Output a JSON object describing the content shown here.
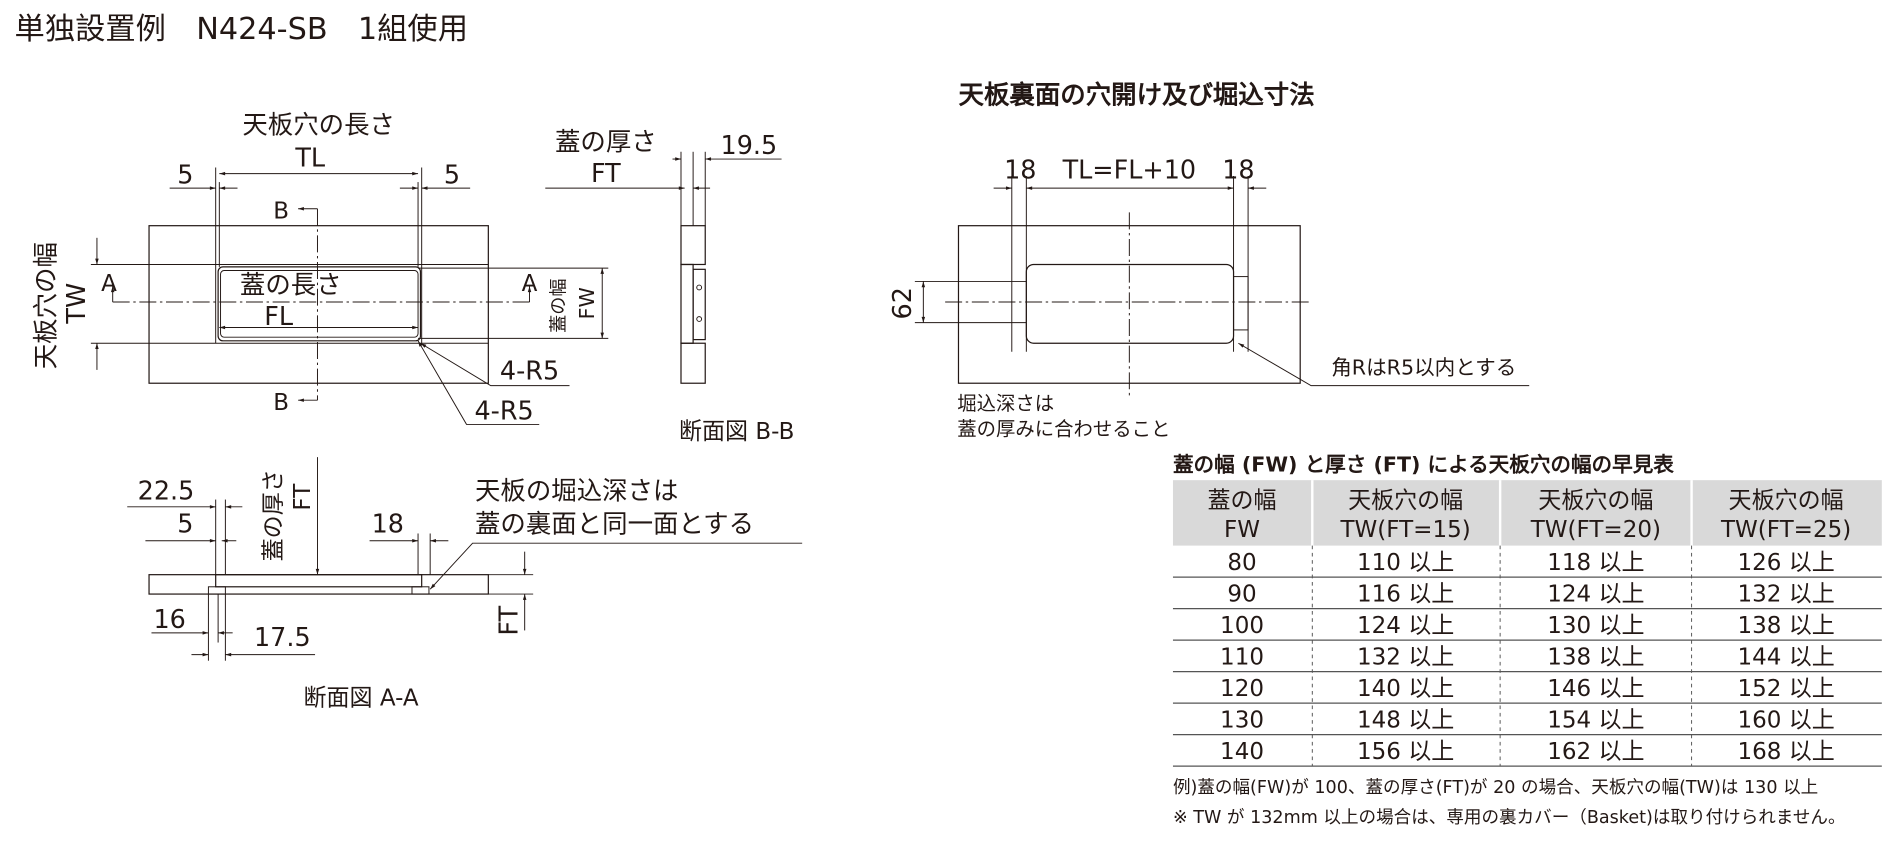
{
  "title": "単独設置例　N424-SB　1組使用",
  "plan_view": {
    "hole_length_label": "天板穴の長さ",
    "tl": "TL",
    "margin_left": "5",
    "margin_right": "5",
    "section_b_top": "B",
    "section_b_bottom": "B",
    "hole_width_label": "天板穴の幅",
    "tw": "TW",
    "section_a_left": "A",
    "section_a_right": "A",
    "lid_length_label": "蓋の長さ",
    "fl": "FL",
    "lid_width_label": "蓋の幅",
    "fw": "FW",
    "corner_r1": "4-R5",
    "corner_r2": "4-R5"
  },
  "section_bb": {
    "lid_thickness_label": "蓋の厚さ",
    "ft": "FT",
    "dim": "19.5",
    "caption": "断面図 B-B"
  },
  "section_aa": {
    "dim_22_5": "22.5",
    "dim_5": "5",
    "lid_thickness_label": "蓋の厚さ",
    "ft_vertical": "FT",
    "dim_18": "18",
    "note_line1": "天板の堀込深さは",
    "note_line2": "蓋の裏面と同一面とする",
    "dim_16": "16",
    "dim_17_5": "17.5",
    "ft_side": "FT",
    "caption": "断面図 A-A"
  },
  "back_view": {
    "title": "天板裏面の穴開け及び堀込寸法",
    "dim_left": "18",
    "tl_formula": "TL=FL+10",
    "dim_right": "18",
    "dim_62": "62",
    "corner_note": "角RはR5以内とする",
    "depth_note1": "堀込深さは",
    "depth_note2": "蓋の厚みに合わせること"
  },
  "table": {
    "title": "蓋の幅 (FW) と厚さ (FT) による天板穴の幅の早見表",
    "headers": [
      {
        "line1": "蓋の幅",
        "line2": "FW"
      },
      {
        "line1": "天板穴の幅",
        "line2": "TW(FT=15)"
      },
      {
        "line1": "天板穴の幅",
        "line2": "TW(FT=20)"
      },
      {
        "line1": "天板穴の幅",
        "line2": "TW(FT=25)"
      }
    ],
    "rows": [
      [
        "80",
        "110 以上",
        "118 以上",
        "126 以上"
      ],
      [
        "90",
        "116 以上",
        "124 以上",
        "132 以上"
      ],
      [
        "100",
        "124 以上",
        "130 以上",
        "138 以上"
      ],
      [
        "110",
        "132 以上",
        "138 以上",
        "144 以上"
      ],
      [
        "120",
        "140 以上",
        "146 以上",
        "152 以上"
      ],
      [
        "130",
        "148 以上",
        "154 以上",
        "160 以上"
      ],
      [
        "140",
        "156 以上",
        "162 以上",
        "168 以上"
      ]
    ],
    "note_example": "例)蓋の幅(FW)が 100、蓋の厚さ(FT)が 20 の場合、天板穴の幅(TW)は 130 以上",
    "note_warning": "※ TW が 132mm 以上の場合は、専用の裏カバー（Basket)は取り付けられません。",
    "header_bg": "#d9d9d9"
  }
}
